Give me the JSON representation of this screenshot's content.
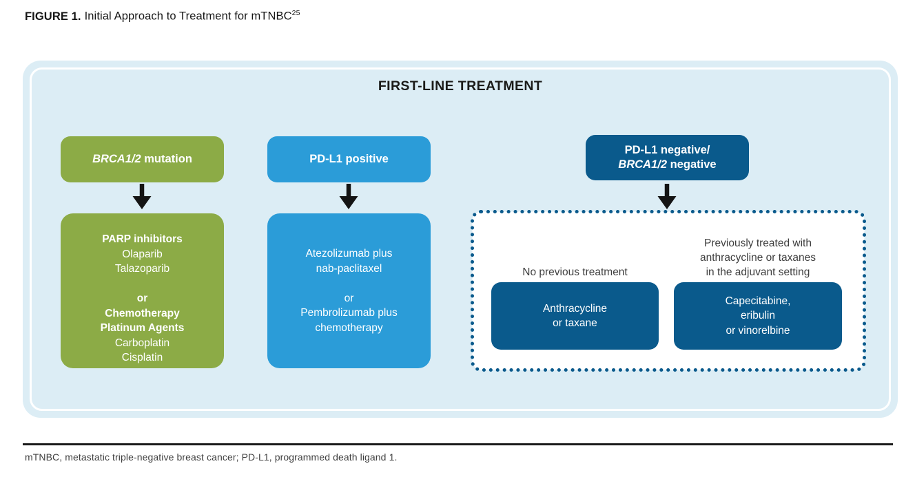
{
  "title": {
    "label": "FIGURE 1.",
    "text": "Initial Approach to Treatment for mTNBC",
    "superscript": "25"
  },
  "colors": {
    "panel_bg": "#dcedf5",
    "green": "#8cab46",
    "blue": "#2b9cd8",
    "dark_blue": "#0a5a8c",
    "arrow": "#141414",
    "heading_text": "#1b1b19",
    "label_text": "#3e3e3e",
    "footnote_text": "#3f3f3f",
    "divider": "#1a1a1a",
    "box_text": "#ffffff"
  },
  "panel": {
    "heading": "FIRST-LINE TREATMENT"
  },
  "columns": {
    "brca": {
      "header_italic": "BRCA1/2",
      "header_rest": " mutation",
      "body": {
        "seg1_bold": "PARP inhibitors",
        "seg2": "Olaparib\nTalazoparib",
        "seg3_bold": "or\nChemotherapy\nPlatinum Agents",
        "seg4": "Carboplatin\nCisplatin"
      }
    },
    "pdl1_positive": {
      "header": "PD-L1 positive",
      "body": "Atezolizumab plus\nnab-paclitaxel\n\nor\nPembrolizumab plus\nchemotherapy"
    },
    "pdl1_negative": {
      "header_line1": "PD-L1 negative/",
      "header_italic": "BRCA1/2",
      "header_rest": " negative",
      "options": [
        {
          "label": "No previous treatment",
          "box": "Anthracycline\nor taxane"
        },
        {
          "label": "Previously treated with\nanthracycline or taxanes\nin the adjuvant setting",
          "box": "Capecitabine,\neribulin\nor vinorelbine"
        }
      ]
    }
  },
  "footnote": "mTNBC, metastatic triple-negative breast cancer; PD-L1, programmed death ligand 1."
}
